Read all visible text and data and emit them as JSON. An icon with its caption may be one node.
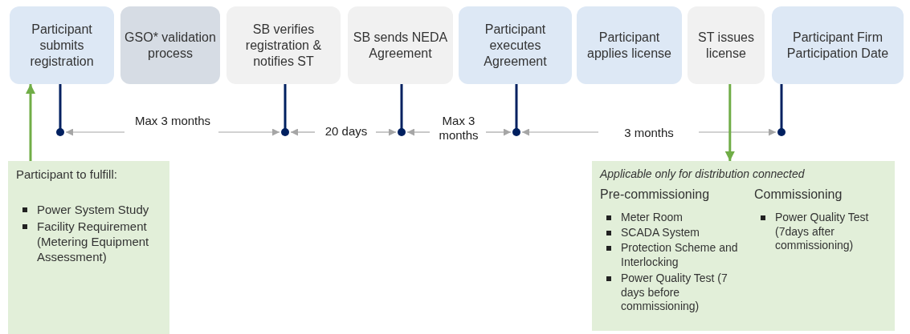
{
  "diagram": {
    "nodes": [
      {
        "text": [
          "Participant submits registration"
        ]
      },
      {
        "text": [
          "GSO* validation process"
        ]
      },
      {
        "text": [
          "SB verifies registration & notifies ST"
        ]
      },
      {
        "text": [
          "SB sends NEDA Agreement"
        ]
      },
      {
        "text": [
          "Participant executes Agreement"
        ]
      },
      {
        "text": [
          "Participant applies license"
        ]
      },
      {
        "text": [
          "ST issues license"
        ]
      },
      {
        "text": [
          "Participant Firm Participation Date"
        ]
      },
      {
        "text": [
          "Participant to fulfill:",
          "Power System Study",
          "Facility Requirement (Metering Equipment Assessment)"
        ]
      },
      {
        "text": [
          "Applicable only for distribution connected",
          "Pre-commissioning",
          "Meter Room",
          "SCADA System",
          "Protection Scheme and Interlocking",
          "Power Quality Test (7 days before commissioning)",
          "Commissioning",
          "Power Quality Test (7days after commissioning)"
        ]
      }
    ],
    "edges": [
      {
        "from": 8,
        "to": 0,
        "arrow": "to",
        "color": "#70ad47"
      },
      {
        "from": 6,
        "to": 9,
        "arrow": "to",
        "color": "#70ad47"
      }
    ],
    "labels": [
      "Max 3 months",
      "20 days",
      "Max 3 months",
      "3 months"
    ]
  }
}
